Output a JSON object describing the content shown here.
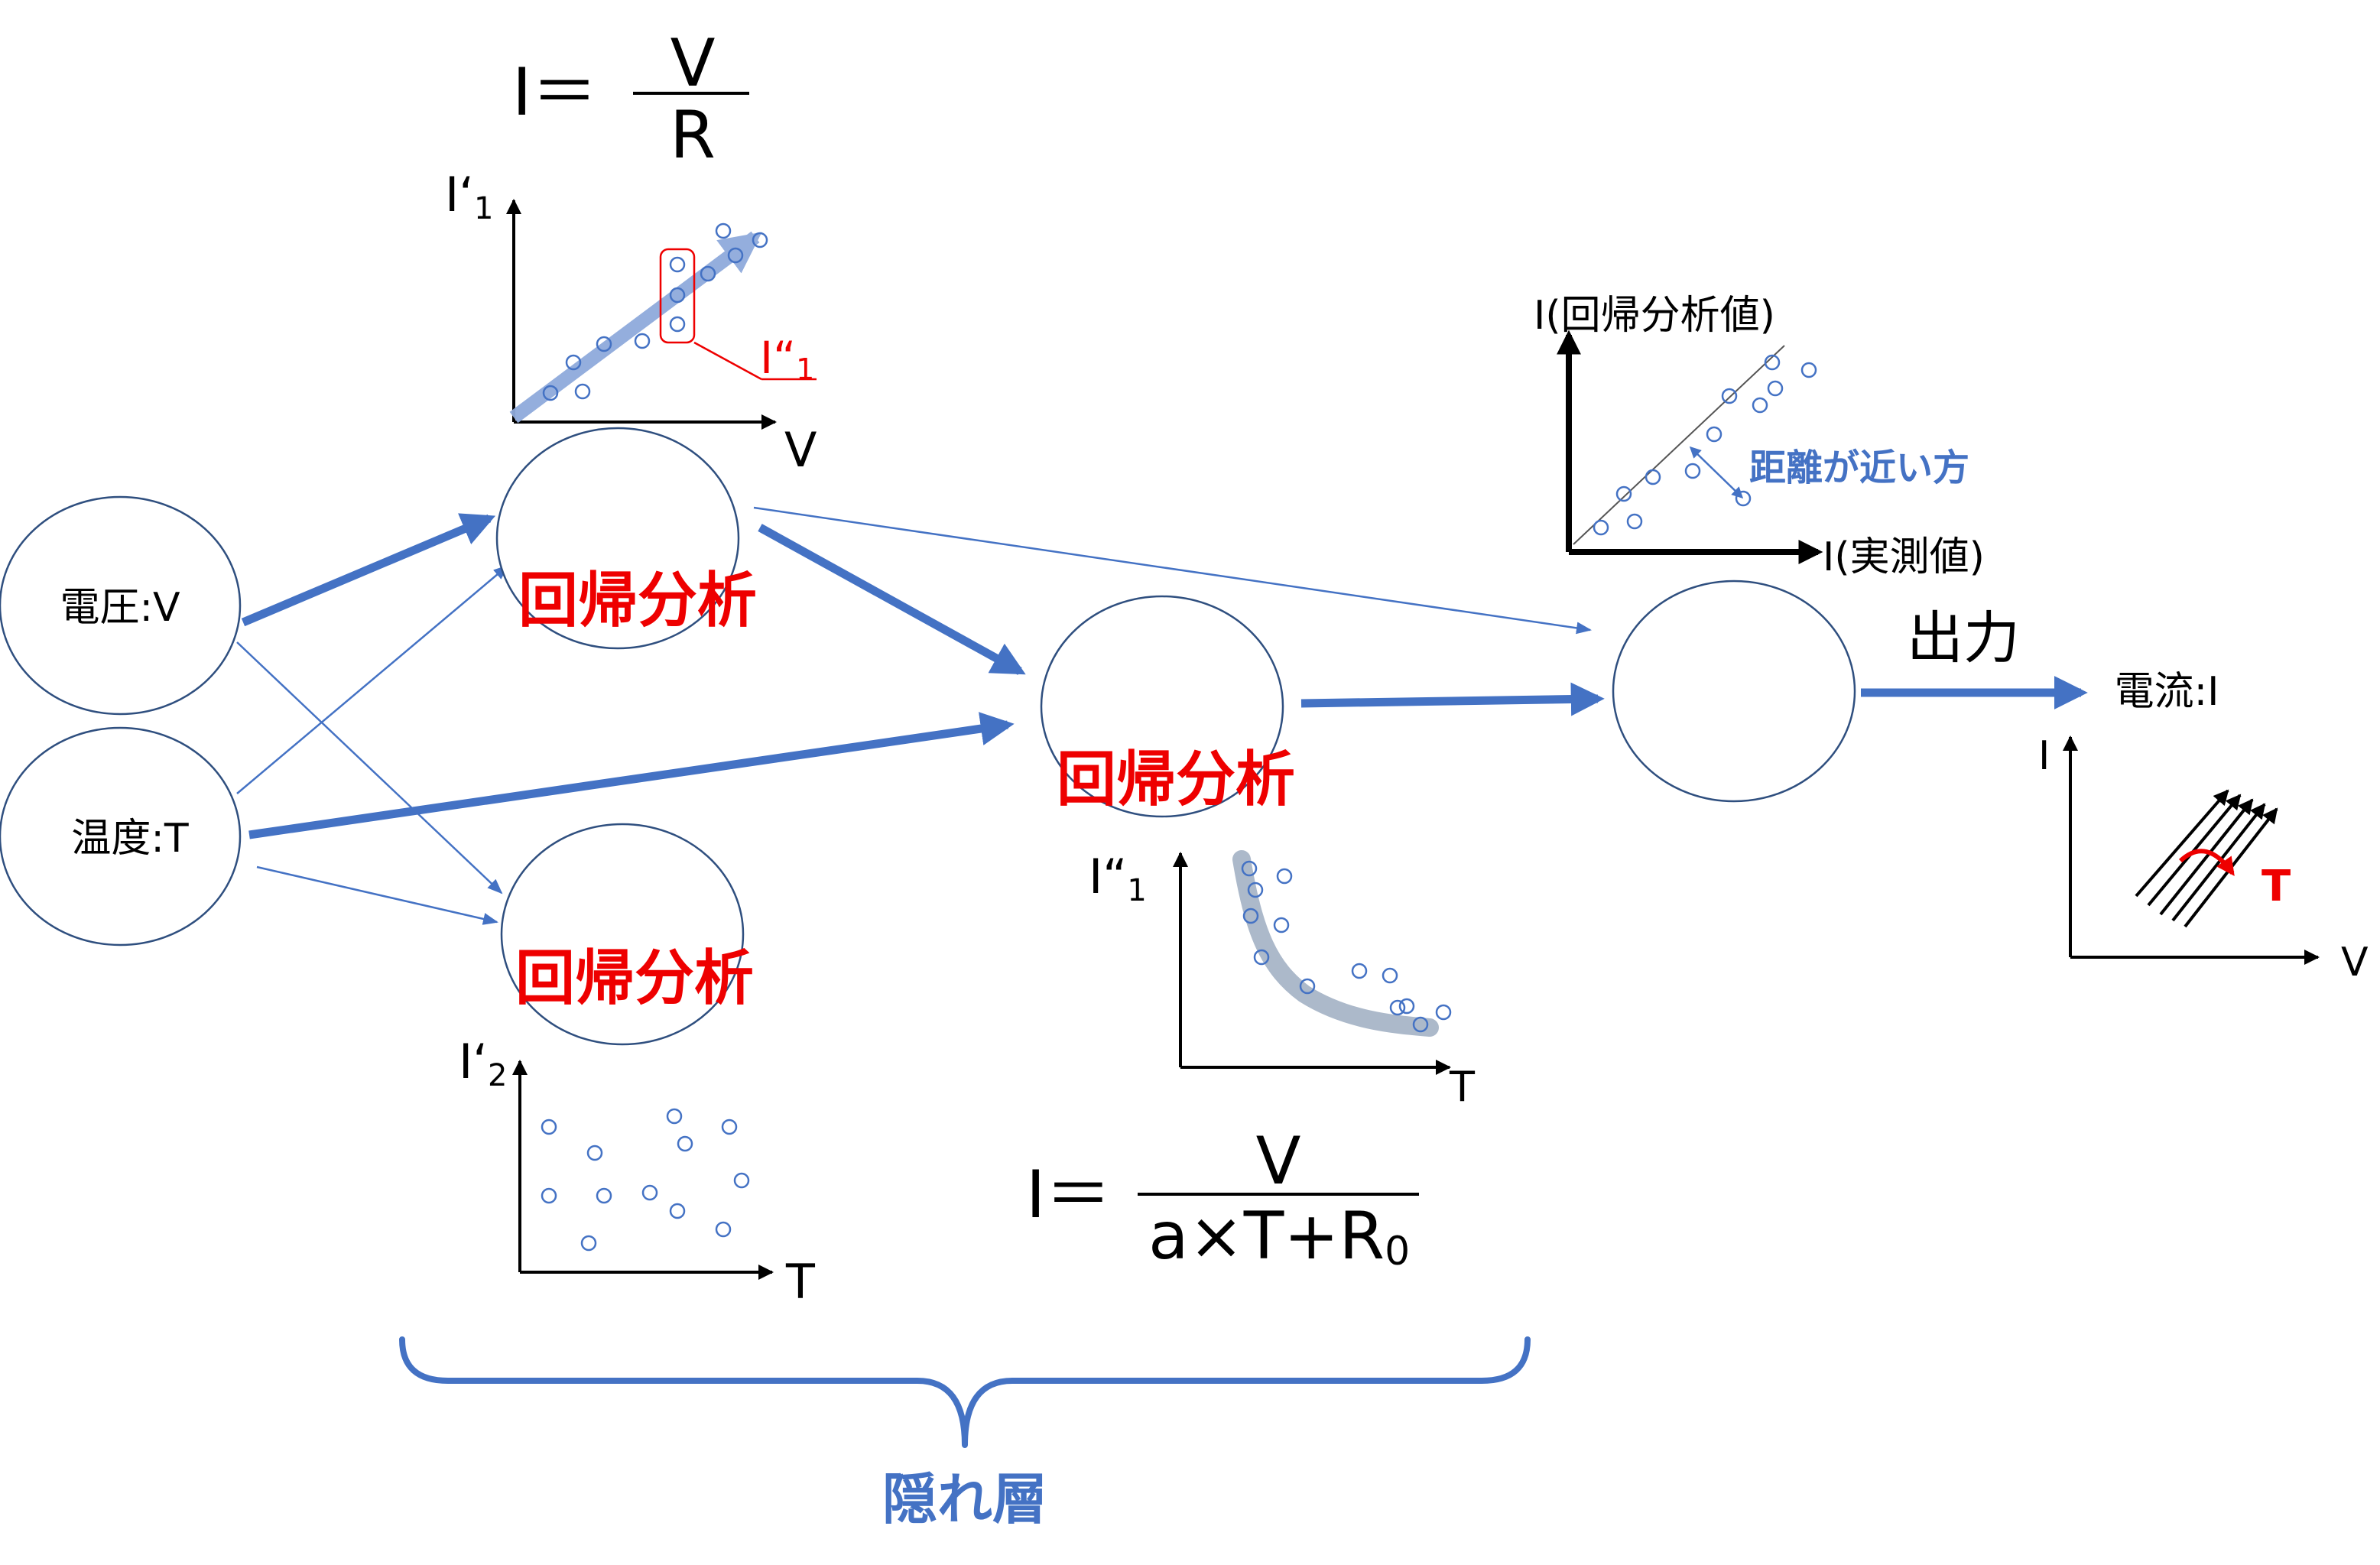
{
  "colors": {
    "accent_blue": "#4472c4",
    "trend_blue": "#8faadc",
    "highlight_red": "#ee0000",
    "curve_gray": "#acb9ca",
    "line": "#000000"
  },
  "input_nodes": {
    "voltage": "電圧:V",
    "temperature": "温度:T"
  },
  "hidden_nodes": {
    "top": "回帰分析",
    "bottom": "回帰分析",
    "middle": "回帰分析"
  },
  "output": {
    "label": "出力",
    "node_label": "電流:I"
  },
  "hidden_layer_label": "隠れ層",
  "formula_top": {
    "lhs": "I＝",
    "numerator": "V",
    "denominator": "R"
  },
  "formula_bottom": {
    "lhs": "I＝",
    "numerator": "V",
    "denominator": "a×T+R",
    "denominator_sub": "0"
  },
  "plots": {
    "iv": {
      "y_label": "I‘",
      "y_sub": "1",
      "x_label": "V",
      "annotation": "I“",
      "annotation_sub": "1"
    },
    "it": {
      "y_label": "I‘",
      "y_sub": "2",
      "x_label": "T"
    },
    "residual": {
      "y_label": "I“",
      "y_sub": "1",
      "x_label": "T"
    },
    "fit": {
      "y_label": "I(回帰分析値)",
      "x_label": "I(実測値)",
      "annotation": "距離が近い方"
    },
    "output_iv": {
      "y_label": "I",
      "x_label": "V",
      "arrow_label": "T"
    }
  }
}
